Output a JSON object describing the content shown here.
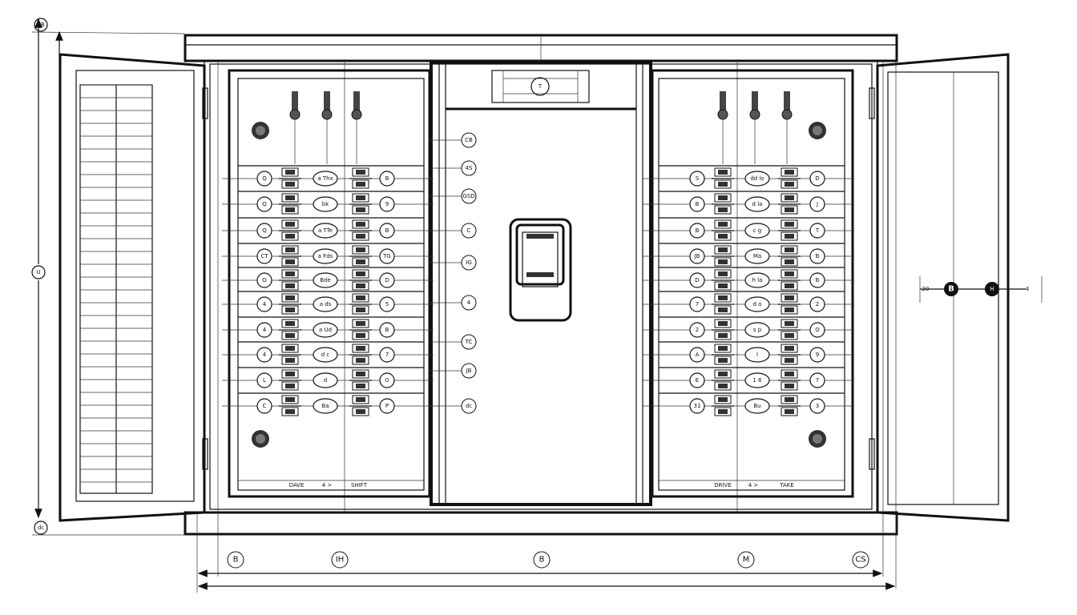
{
  "drawing": {
    "corner_label_top": "CB",
    "corner_label_bottom": "dc",
    "height_label": "U",
    "width_labels": [
      "B",
      "IH",
      "B",
      "M",
      "CS"
    ],
    "header_plate_label": "T",
    "left_panel_footer": [
      "DAVE",
      "4 >",
      "SHIFT"
    ],
    "right_panel_footer": [
      "DRIVE",
      "4 >",
      "TAKE"
    ],
    "center_labels": [
      "CB",
      "4S",
      "GSD",
      "C",
      "IG",
      "4",
      "TC",
      "JB",
      "dc"
    ],
    "left_rows": [
      {
        "left": "Q",
        "mid": "a Thx",
        "right": "B"
      },
      {
        "left": "Q",
        "mid": "bk",
        "right": "9"
      },
      {
        "left": "Q",
        "mid": "a TTe",
        "right": "B"
      },
      {
        "left": "CT",
        "mid": "a Fds",
        "right": "TG"
      },
      {
        "left": "O",
        "mid": "Bde",
        "right": "D"
      },
      {
        "left": "4",
        "mid": "a ds",
        "right": "5"
      },
      {
        "left": "4",
        "mid": "a Ud",
        "right": "B"
      },
      {
        "left": "4",
        "mid": "d c",
        "right": "7"
      },
      {
        "left": "L",
        "mid": "d",
        "right": "0"
      },
      {
        "left": "C",
        "mid": "Ba",
        "right": "P"
      }
    ],
    "right_rows": [
      {
        "left": "S",
        "mid": "dd lo",
        "right": "D"
      },
      {
        "left": "B",
        "mid": "d la",
        "right": "J"
      },
      {
        "left": "B",
        "mid": "c g",
        "right": "T"
      },
      {
        "left": "JB",
        "mid": "Ma",
        "right": "B"
      },
      {
        "left": "D",
        "mid": "h la",
        "right": "B"
      },
      {
        "left": "7",
        "mid": "d o",
        "right": "2"
      },
      {
        "left": "2",
        "mid": "s p",
        "right": "O"
      },
      {
        "left": "A",
        "mid": "l",
        "right": "9"
      },
      {
        "left": "E",
        "mid": "1 6",
        "right": "7"
      },
      {
        "left": "31",
        "mid": "Bu",
        "right": "3"
      }
    ],
    "right_markers": [
      "B",
      "H"
    ],
    "right_marker_side_labels": [
      "20",
      "4"
    ]
  },
  "colors": {
    "line": "#111111",
    "background": "#ffffff"
  }
}
